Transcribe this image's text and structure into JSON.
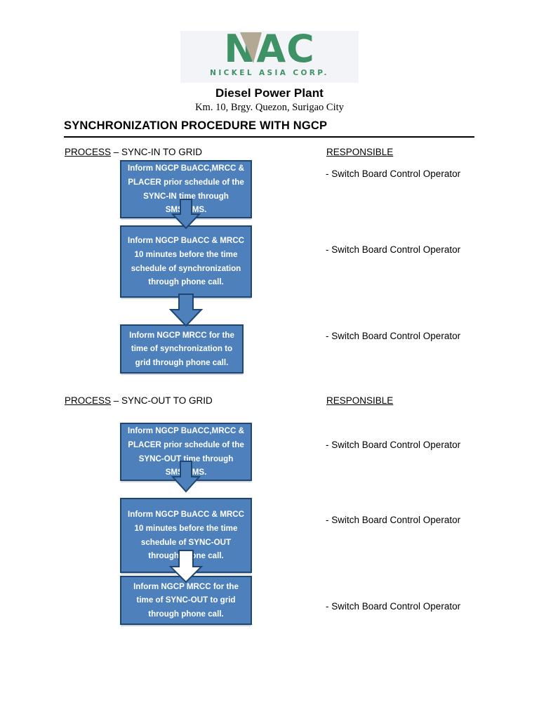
{
  "header": {
    "logo": {
      "wordmark": "NAC",
      "tagline": "NICKEL ASIA CORP.",
      "green": "#3f9266",
      "tan": "#b3a894"
    },
    "plant_name": "Diesel Power Plant",
    "plant_address": "Km. 10, Brgy. Quezon, Surigao City"
  },
  "document": {
    "title": "SYNCHRONIZATION PROCEDURE WITH NGCP"
  },
  "sections": [
    {
      "process_label_underlined": "PROCESS",
      "process_label_rest": " – SYNC-IN TO GRID",
      "responsible_label": "RESPONSIBLE",
      "steps": [
        {
          "text": "Inform NGCP BuACC,MRCC & PLACER prior schedule of the SYNC-IN  time through SMS/MMS.",
          "responsible": "- Switch Board Control Operator"
        },
        {
          "text": "Inform NGCP BuACC & MRCC 10 minutes before the time schedule of synchronization through phone call.",
          "responsible": "- Switch Board Control Operator"
        },
        {
          "text": "Inform NGCP MRCC for the time of synchronization to grid through phone call.",
          "responsible": "- Switch Board Control Operator"
        }
      ]
    },
    {
      "process_label_underlined": "PROCESS",
      "process_label_rest": " – SYNC-OUT TO GRID",
      "responsible_label": "RESPONSIBLE",
      "steps": [
        {
          "text": "Inform NGCP BuACC,MRCC & PLACER prior schedule of the SYNC-OUT  time through SMS/MMS.",
          "responsible": "- Switch Board Control Operator"
        },
        {
          "text": "Inform NGCP BuACC & MRCC 10 minutes before the time schedule of SYNC-OUT through phone call.",
          "responsible": "- Switch Board Control Operator"
        },
        {
          "text": "Inform NGCP MRCC for the time of SYNC-OUT to grid through phone call.",
          "responsible": "- Switch Board Control Operator"
        }
      ]
    }
  ],
  "style": {
    "box_fill": "#4e81bc",
    "box_border": "#1f4671",
    "arrow_fill": "#4e81bc",
    "arrow_outline_fill": "#ffffff",
    "arrow_border": "#1f4671"
  }
}
